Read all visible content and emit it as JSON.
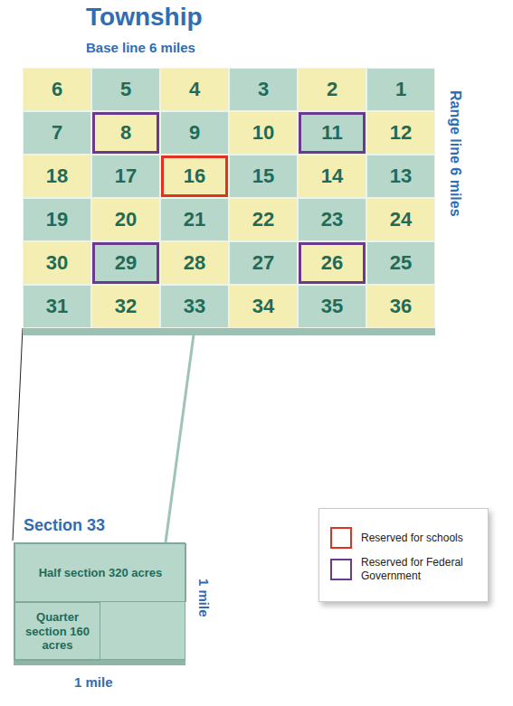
{
  "diagram": {
    "nodes": [
      {
        "text": [
          "Township"
        ]
      },
      {
        "text": [
          "6"
        ],
        "in": 0
      },
      {
        "text": [
          "5"
        ],
        "in": 0
      },
      {
        "text": [
          "4"
        ],
        "in": 0
      },
      {
        "text": [
          "3"
        ],
        "in": 0
      },
      {
        "text": [
          "2"
        ],
        "in": 0
      },
      {
        "text": [
          "1"
        ],
        "in": 0
      },
      {
        "text": [
          "7"
        ],
        "in": 0
      },
      {
        "text": [
          "8"
        ],
        "in": 0
      },
      {
        "text": [
          "9"
        ],
        "in": 0
      },
      {
        "text": [
          "10"
        ],
        "in": 0
      },
      {
        "text": [
          "11"
        ],
        "in": 0
      },
      {
        "text": [
          "12"
        ],
        "in": 0
      },
      {
        "text": [
          "18"
        ],
        "in": 0
      },
      {
        "text": [
          "17"
        ],
        "in": 0
      },
      {
        "text": [
          "16"
        ],
        "in": 0
      },
      {
        "text": [
          "15"
        ],
        "in": 0
      },
      {
        "text": [
          "14"
        ],
        "in": 0
      },
      {
        "text": [
          "13"
        ],
        "in": 0
      },
      {
        "text": [
          "19"
        ],
        "in": 0
      },
      {
        "text": [
          "20"
        ],
        "in": 0
      },
      {
        "text": [
          "21"
        ],
        "in": 0
      },
      {
        "text": [
          "22"
        ],
        "in": 0
      },
      {
        "text": [
          "23"
        ],
        "in": 0
      },
      {
        "text": [
          "24"
        ],
        "in": 0
      },
      {
        "text": [
          "30"
        ],
        "in": 0
      },
      {
        "text": [
          "29"
        ],
        "in": 0
      },
      {
        "text": [
          "28"
        ],
        "in": 0
      },
      {
        "text": [
          "27"
        ],
        "in": 0
      },
      {
        "text": [
          "26"
        ],
        "in": 0
      },
      {
        "text": [
          "25"
        ],
        "in": 0
      },
      {
        "text": [
          "31"
        ],
        "in": 0
      },
      {
        "text": [
          "32"
        ],
        "in": 0
      },
      {
        "text": [
          "33"
        ],
        "in": 0
      },
      {
        "text": [
          "34"
        ],
        "in": 0
      },
      {
        "text": [
          "35"
        ],
        "in": 0
      },
      {
        "text": [
          "36"
        ],
        "in": 0
      },
      {
        "text": [
          "Section 33"
        ]
      },
      {
        "text": [
          "Half section 320 acres"
        ],
        "in": 37
      },
      {
        "text": [
          "Quarter section 160 acres"
        ],
        "in": 37
      }
    ],
    "edges": [
      {
        "from": 33,
        "to": 37,
        "arrow": "none"
      }
    ],
    "labels": [
      "Base line 6 miles",
      "Range line 6 miles",
      "1 mile",
      "1 mile"
    ],
    "legend": [
      {
        "text": "Reserved for schools"
      },
      {
        "text": "Reserved for Federal Government"
      }
    ]
  }
}
